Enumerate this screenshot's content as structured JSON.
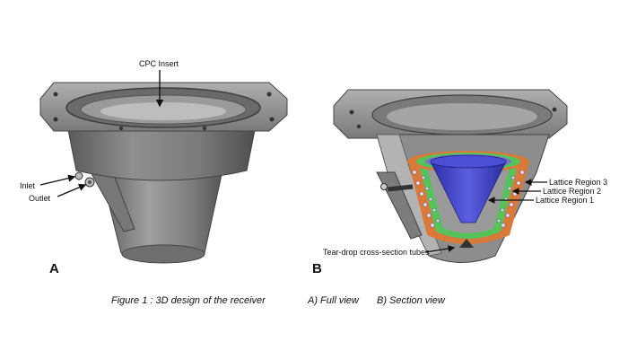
{
  "figure": {
    "panel_a": {
      "letter": "A",
      "labels": {
        "cpc_insert": "CPC Insert",
        "inlet": "Inlet",
        "outlet": "Outlet"
      }
    },
    "panel_b": {
      "letter": "B",
      "labels": {
        "lattice_region_3": "Lattice Region 3",
        "lattice_region_2": "Lattice Region 2",
        "lattice_region_1": "Lattice Region 1",
        "tubes": "Tear-drop cross-section tubes"
      }
    },
    "caption": {
      "title": "Figure 1 : 3D design of the receiver",
      "part_a": "A) Full view",
      "part_b": "B) Section view"
    }
  },
  "colors": {
    "body_gray": "#8c8c8c",
    "lattice_orange": "#d97a3a",
    "lattice_green": "#56c25a",
    "insert_blue": "#3b3fc9",
    "tube_light": "#d9d2f0"
  }
}
